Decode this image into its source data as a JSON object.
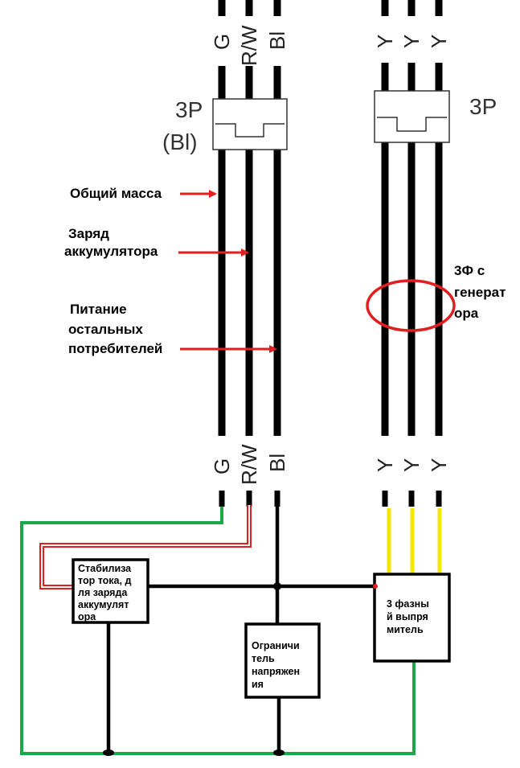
{
  "top_wire_labels_left": [
    "G",
    "R/W",
    "Bl"
  ],
  "top_wire_labels_right": [
    "Y",
    "Y",
    "Y"
  ],
  "connector_left": {
    "label": "3P",
    "sublabel": "(Bl)"
  },
  "connector_right": {
    "label": "3P"
  },
  "annotations": {
    "ground": "Общий масса",
    "charge_line1": "Заряд",
    "charge_line2": "аккумулятора",
    "power_line1": "Питание",
    "power_line2": "остальных",
    "power_line3": "потребителей",
    "phase_line1": "3Ф с",
    "phase_line2": "генерат",
    "phase_line3": "ора"
  },
  "bottom_wire_labels_left": [
    "G",
    "R/W",
    "Bl"
  ],
  "bottom_wire_labels_right": [
    "Y",
    "Y",
    "Y"
  ],
  "blocks": {
    "stabilizer": [
      "Стабилиза",
      "тор тока, д",
      "ля заряда",
      "аккумулят",
      "ора"
    ],
    "limiter": [
      "Ограничи",
      "тель",
      "напряжен",
      "ия"
    ],
    "rectifier": [
      "3 фазны",
      "й выпря",
      "митель"
    ]
  },
  "colors": {
    "wire": "#000000",
    "ground_wire": "#1aa84a",
    "charge_wire": "#e02020",
    "phase_wire": "#f5e600",
    "annotation_arrow": "#e02020"
  }
}
